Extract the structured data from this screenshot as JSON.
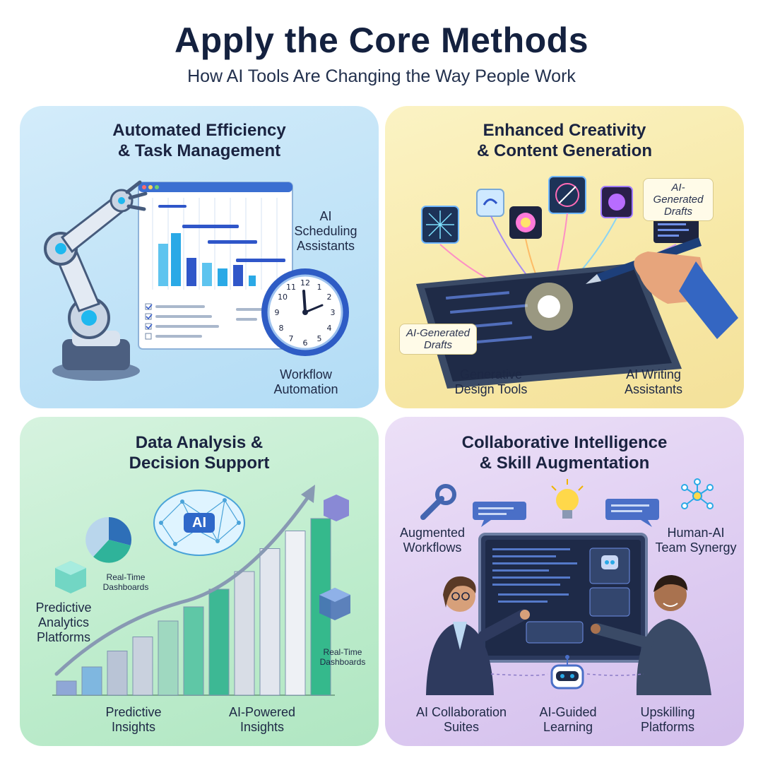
{
  "header": {
    "title": "Apply the Core Methods",
    "subtitle": "How AI Tools Are Changing the Way People Work"
  },
  "panels": {
    "efficiency": {
      "title_line1": "Automated Efficiency",
      "title_line2": "& Task Management",
      "label_scheduling_1": "AI",
      "label_scheduling_2": "Scheduling",
      "label_scheduling_3": "Assistants",
      "label_workflow_1": "Workflow",
      "label_workflow_2": "Automation",
      "color": "#bfe2f7"
    },
    "creativity": {
      "title_line1": "Enhanced Creativity",
      "title_line2": "& Content Generation",
      "tag_top_1": "AI-Generated",
      "tag_top_2": "Drafts",
      "tag_left_1": "AI-Generated",
      "tag_left_2": "Drafts",
      "label_design_1": "Generative",
      "label_design_2": "Design Tools",
      "label_writing_1": "AI Writing",
      "label_writing_2": "Assistants",
      "color": "#f7e8a6"
    },
    "data": {
      "title_line1": "Data Analysis &",
      "title_line2": "Decision Support",
      "brain_label": "AI",
      "label_dash1_1": "Real-Time",
      "label_dash1_2": "Dashboards",
      "label_dash2_1": "Real-Time",
      "label_dash2_2": "Dashboards",
      "label_predictive_platforms_1": "Predictive",
      "label_predictive_platforms_2": "Analytics",
      "label_predictive_platforms_3": "Platforms",
      "label_predictive_insights_1": "Predictive",
      "label_predictive_insights_2": "Insights",
      "label_ai_insights_1": "AI-Powered",
      "label_ai_insights_2": "Insights",
      "bar_levels": [
        0.08,
        0.16,
        0.25,
        0.33,
        0.42,
        0.5,
        0.6,
        0.7,
        0.83,
        0.93,
        1.0
      ],
      "color": "#bdeccc"
    },
    "collab": {
      "title_line1": "Collaborative Intelligence",
      "title_line2": "& Skill Augmentation",
      "label_augmented_1": "Augmented",
      "label_augmented_2": "Workflows",
      "label_synergy_1": "Human-AI",
      "label_synergy_2": "Team Synergy",
      "label_suites_1": "AI Collaboration",
      "label_suites_2": "Suites",
      "label_learning_1": "AI-Guided",
      "label_learning_2": "Learning",
      "label_upskilling_1": "Upskilling",
      "label_upskilling_2": "Platforms",
      "color": "#ddcbf1"
    }
  },
  "icons": {
    "robot_arm": "robot-arm-icon",
    "clock": "clock-icon",
    "tablet": "tablet-icon",
    "brain": "brain-icon",
    "lightbulb": "lightbulb-icon",
    "wrench": "wrench-icon",
    "network": "network-icon",
    "robot": "robot-icon"
  }
}
